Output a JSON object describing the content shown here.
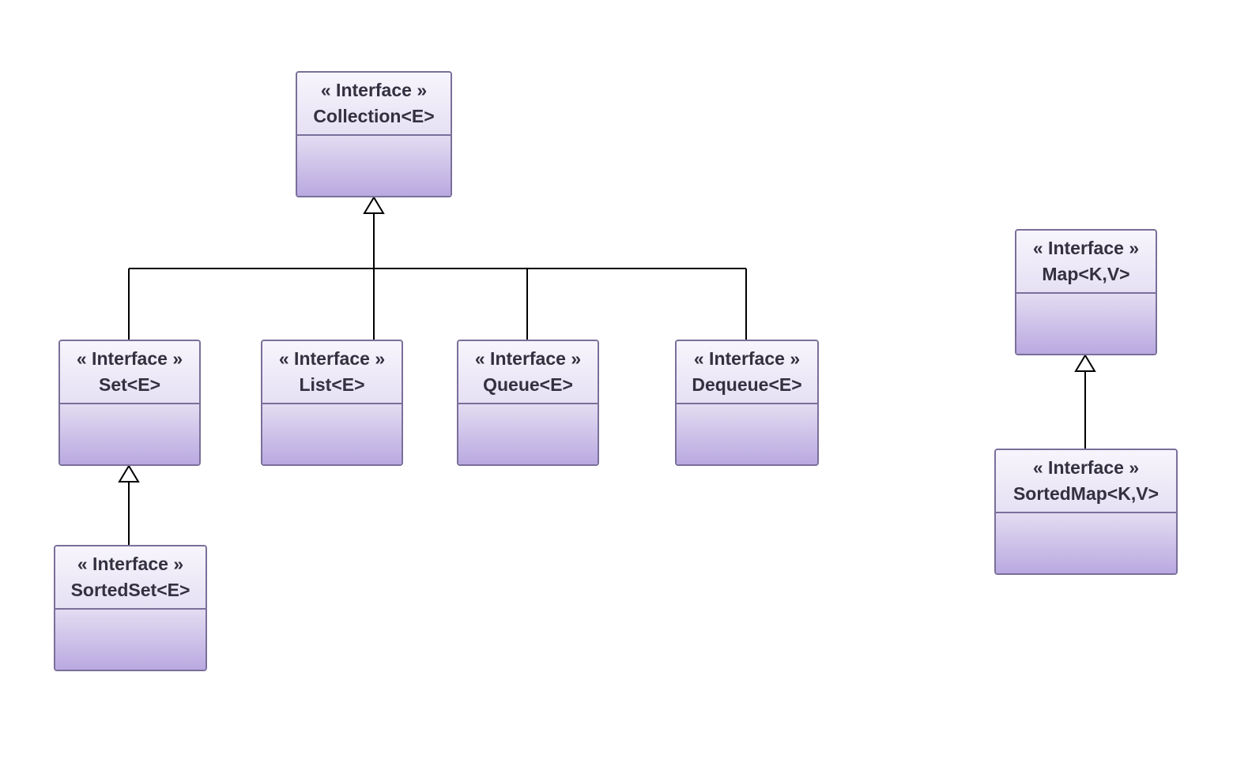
{
  "colors": {
    "border": "#7a6f9a",
    "header_top": "#f7f5fc",
    "header_bottom": "#e6e0f4",
    "body_top": "#e3dcf2",
    "body_bottom": "#b9a9e0",
    "text": "#333040",
    "connector": "#000000"
  },
  "interfaces": {
    "collection": {
      "stereotype": "« Interface »",
      "name": "Collection<E>"
    },
    "set": {
      "stereotype": "« Interface »",
      "name": "Set<E>"
    },
    "list": {
      "stereotype": "« Interface »",
      "name": "List<E>"
    },
    "queue": {
      "stereotype": "« Interface »",
      "name": "Queue<E>"
    },
    "dequeue": {
      "stereotype": "« Interface »",
      "name": "Dequeue<E>"
    },
    "sortedset": {
      "stereotype": "« Interface »",
      "name": "SortedSet<E>"
    },
    "map": {
      "stereotype": "« Interface »",
      "name": "Map<K,V>"
    },
    "sortedmap": {
      "stereotype": "« Interface »",
      "name": "SortedMap<K,V>"
    }
  },
  "relations": [
    {
      "type": "generalization",
      "from": "Set<E>",
      "to": "Collection<E>"
    },
    {
      "type": "generalization",
      "from": "List<E>",
      "to": "Collection<E>"
    },
    {
      "type": "generalization",
      "from": "Queue<E>",
      "to": "Collection<E>"
    },
    {
      "type": "generalization",
      "from": "Dequeue<E>",
      "to": "Collection<E>"
    },
    {
      "type": "generalization",
      "from": "SortedSet<E>",
      "to": "Set<E>"
    },
    {
      "type": "generalization",
      "from": "SortedMap<K,V>",
      "to": "Map<K,V>"
    }
  ]
}
